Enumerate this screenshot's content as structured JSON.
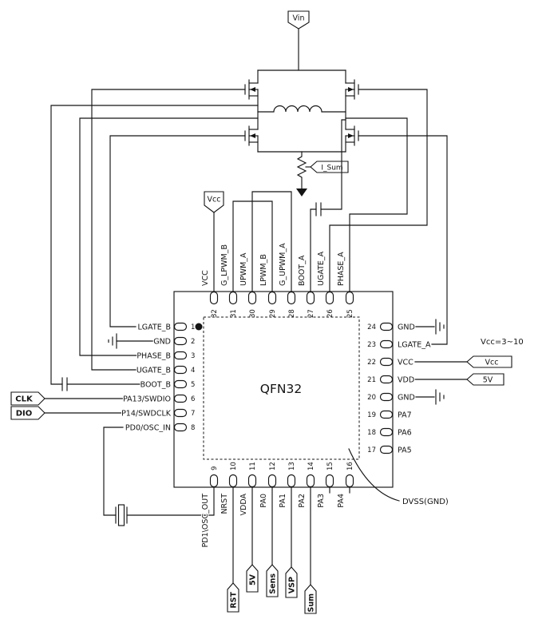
{
  "chip": {
    "name": "QFN32",
    "pad_note": "DVSS(GND)",
    "vcc_note": "Vcc=3~10"
  },
  "pins": {
    "left": [
      {
        "num": "1",
        "label": "LGATE_B"
      },
      {
        "num": "2",
        "label": "GND"
      },
      {
        "num": "3",
        "label": "PHASE_B"
      },
      {
        "num": "4",
        "label": "UGATE_B"
      },
      {
        "num": "5",
        "label": "BOOT_B"
      },
      {
        "num": "6",
        "label": "PA13/SWDIO"
      },
      {
        "num": "7",
        "label": "P14/SWDCLK"
      },
      {
        "num": "8",
        "label": "PD0/OSC_IN"
      }
    ],
    "top": [
      {
        "num": "32",
        "label": "VCC"
      },
      {
        "num": "31",
        "label": "G_LPWM_B"
      },
      {
        "num": "30",
        "label": "UPWM_A"
      },
      {
        "num": "29",
        "label": "LPWM_B"
      },
      {
        "num": "28",
        "label": "G_UPWM_A"
      },
      {
        "num": "27",
        "label": "BOOT_A"
      },
      {
        "num": "26",
        "label": "UGATE_A"
      },
      {
        "num": "25",
        "label": "PHASE_A"
      }
    ],
    "right": [
      {
        "num": "24",
        "label": "GND"
      },
      {
        "num": "23",
        "label": "LGATE_A"
      },
      {
        "num": "22",
        "label": "VCC"
      },
      {
        "num": "21",
        "label": "VDD"
      },
      {
        "num": "20",
        "label": "GND"
      },
      {
        "num": "19",
        "label": "PA7"
      },
      {
        "num": "18",
        "label": "PA6"
      },
      {
        "num": "17",
        "label": "PA5"
      }
    ],
    "bottom": [
      {
        "num": "9",
        "label": "PD1\\OSC_OUT"
      },
      {
        "num": "10",
        "label": "NRST"
      },
      {
        "num": "11",
        "label": "VDDA"
      },
      {
        "num": "12",
        "label": "PA0"
      },
      {
        "num": "13",
        "label": "PA1"
      },
      {
        "num": "14",
        "label": "PA2"
      },
      {
        "num": "15",
        "label": "PA3"
      },
      {
        "num": "16",
        "label": "PA4"
      }
    ]
  },
  "flags": {
    "vin": "Vin",
    "vcc_top": "Vcc",
    "i_sum": "I_Sum",
    "clk": "CLK",
    "dio": "DIO",
    "vcc_right": "Vcc",
    "v5_right": "5V",
    "rst": "RST",
    "v5_bottom": "5V",
    "sens": "Sens",
    "vsp": "VSP",
    "sum": "Sum"
  },
  "colors": {
    "line": "#141414",
    "bg": "#ffffff"
  }
}
